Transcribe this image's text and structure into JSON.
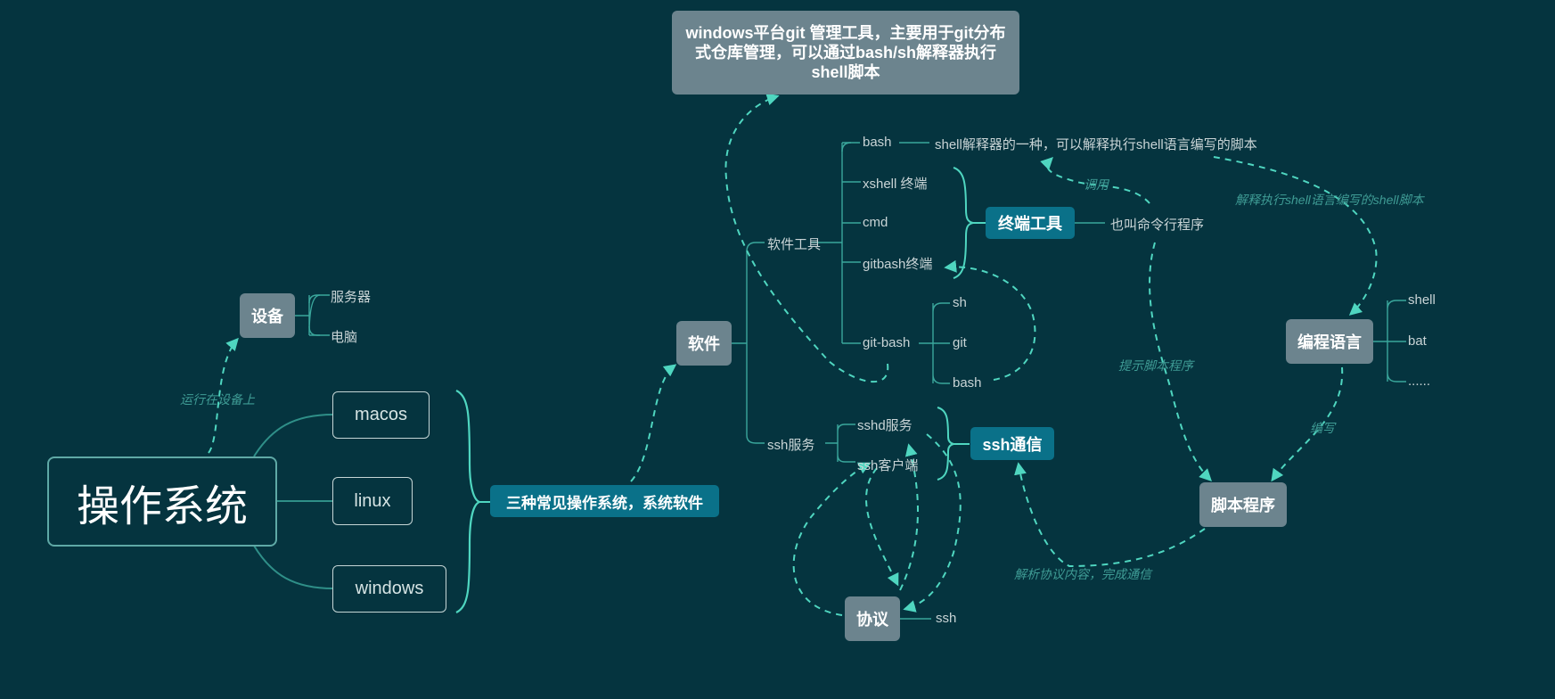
{
  "root": "操作系统",
  "os_items": [
    "macos",
    "linux",
    "windows"
  ],
  "os_summary": "三种常见操作系统，系统软件",
  "device": {
    "title": "设备",
    "items": [
      "服务器",
      "电脑"
    ],
    "relation": "运行在设备上"
  },
  "software": {
    "title": "软件",
    "tools": {
      "label": "软件工具",
      "items": [
        "bash",
        "xshell 终端",
        "cmd",
        "gitbash终端",
        "git-bash"
      ],
      "bash_desc": "shell解释器的一种，可以解释执行shell语言编写的脚本",
      "gitbash_items": [
        "sh",
        "git",
        "bash"
      ]
    },
    "ssh_service": {
      "label": "ssh服务",
      "items": [
        "sshd服务",
        "ssh客户端"
      ]
    }
  },
  "gitbash_note": "windows平台git 管理工具，主要用于git分布式仓库管理，可以通过bash/sh解释器执行shell脚本",
  "terminal_tools": {
    "title": "终端工具",
    "desc": "也叫命令行程序"
  },
  "ssh_comm": {
    "title": "ssh通信"
  },
  "protocol": {
    "title": "协议",
    "item": "ssh"
  },
  "prog_lang": {
    "title": "编程语言",
    "items": [
      "shell",
      "bat",
      "......"
    ]
  },
  "script": {
    "title": "脚本程序"
  },
  "relations": {
    "call": "调用",
    "interpret": "解释执行shell语言编写的shell脚本",
    "prompt": "提示脚本程序",
    "write": "编写",
    "parse": "解析协议内容，完成通信"
  },
  "colors": {
    "background": "#05343f",
    "line": "#3aa79c",
    "dash": "#4fd6c0",
    "grey_node": "#6c848e",
    "teal_node": "#0a7189"
  }
}
